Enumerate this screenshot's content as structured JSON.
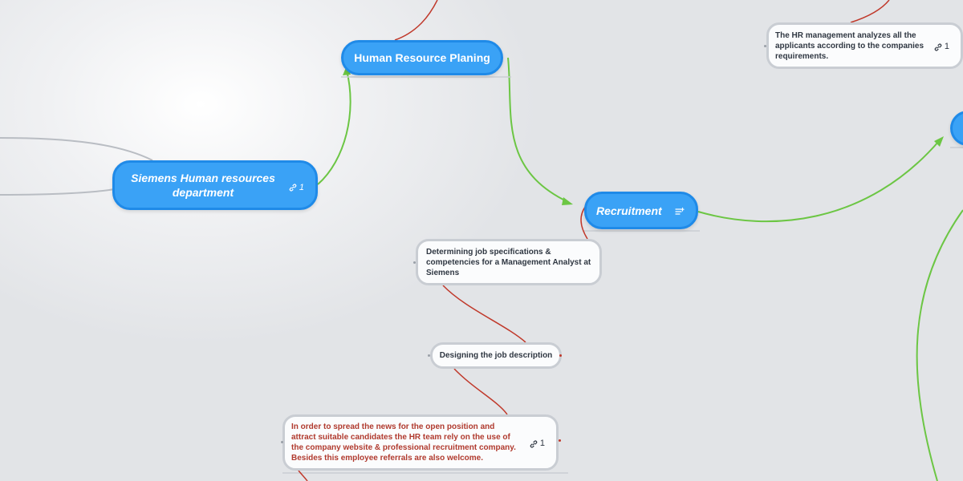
{
  "nodes": {
    "root": {
      "text": "Siemens  Human resources department",
      "link_count": "1"
    },
    "hr_planing": {
      "text": "Human Resource Planing"
    },
    "recruitment": {
      "text": "Recruitment"
    },
    "job_specs": {
      "text": "Determining job specifications & competencies for a Management Analyst at Siemens"
    },
    "job_description": {
      "text": "Designing the job description"
    },
    "spread_news": {
      "text": "In order to spread the news for the open position and attract suitable candidates  the  HR team rely on the use of the company website & professional recruitment company. Besides this employee referrals are also welcome.",
      "link_count": "1"
    },
    "hr_analyzes": {
      "text": "The HR management analyzes all the applicants according to the companies requirements.",
      "link_count": "1"
    }
  },
  "colors": {
    "node_blue": "#3aa2f6",
    "green_edge": "#6cc644",
    "red_edge": "#c0392b",
    "gray_edge": "#b9bdc3",
    "red_text": "#b03a2e"
  },
  "icons": [
    "link-icon",
    "notes-icon"
  ]
}
